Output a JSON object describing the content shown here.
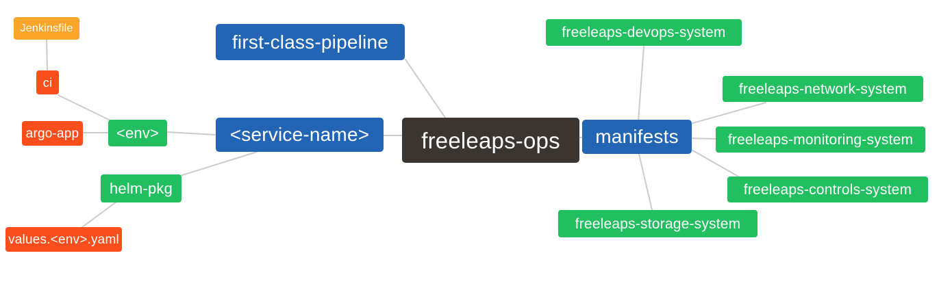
{
  "diagram": {
    "type": "mindmap",
    "root_label": "freeleaps-ops",
    "edge_color": "#cccccc",
    "text_color": "#ffffff",
    "palette": {
      "blue": "#2265b5",
      "green": "#22bf61",
      "orange_red": "#fb4e1d",
      "amber": "#f9a62b",
      "dark": "#3a3531"
    }
  },
  "nodes": {
    "jenkinsfile": {
      "label": "Jenkinsfile",
      "color": "#f9a62b"
    },
    "ci": {
      "label": "ci",
      "color": "#fb4e1d"
    },
    "argo_app": {
      "label": "argo-app",
      "color": "#fb4e1d"
    },
    "env": {
      "label": "<env>",
      "color": "#22bf61"
    },
    "helm_pkg": {
      "label": "helm-pkg",
      "color": "#22bf61"
    },
    "values_env_yaml": {
      "label": "values.<env>.yaml",
      "color": "#fb4e1d"
    },
    "first_class_pipeline": {
      "label": "first-class-pipeline",
      "color": "#2265b5"
    },
    "service_name": {
      "label": "<service-name>",
      "color": "#2265b5"
    },
    "freeleaps_ops": {
      "label": "freeleaps-ops",
      "color": "#3a3531"
    },
    "manifests": {
      "label": "manifests",
      "color": "#2265b5"
    },
    "devops_system": {
      "label": "freeleaps-devops-system",
      "color": "#22bf61"
    },
    "network_system": {
      "label": "freeleaps-network-system",
      "color": "#22bf61"
    },
    "monitoring_system": {
      "label": "freeleaps-monitoring-system",
      "color": "#22bf61"
    },
    "controls_system": {
      "label": "freeleaps-controls-system",
      "color": "#22bf61"
    },
    "storage_system": {
      "label": "freeleaps-storage-system",
      "color": "#22bf61"
    }
  },
  "edges": [
    {
      "from": "freeleaps_ops",
      "to": "first_class_pipeline"
    },
    {
      "from": "freeleaps_ops",
      "to": "service_name"
    },
    {
      "from": "freeleaps_ops",
      "to": "manifests"
    },
    {
      "from": "service_name",
      "to": "env"
    },
    {
      "from": "service_name",
      "to": "helm_pkg"
    },
    {
      "from": "env",
      "to": "ci"
    },
    {
      "from": "env",
      "to": "argo_app"
    },
    {
      "from": "ci",
      "to": "jenkinsfile"
    },
    {
      "from": "helm_pkg",
      "to": "values_env_yaml"
    },
    {
      "from": "manifests",
      "to": "devops_system"
    },
    {
      "from": "manifests",
      "to": "network_system"
    },
    {
      "from": "manifests",
      "to": "monitoring_system"
    },
    {
      "from": "manifests",
      "to": "controls_system"
    },
    {
      "from": "manifests",
      "to": "storage_system"
    }
  ]
}
